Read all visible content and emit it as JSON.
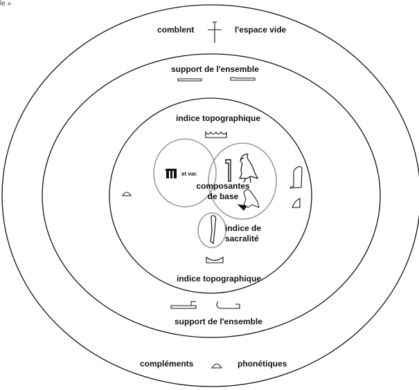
{
  "corner_text": "le »",
  "labels": {
    "comblent": "comblent",
    "espace_vide": "l'espace vide",
    "support_top": "support de l'ensemble",
    "indice_topo_top": "indice topographique",
    "et_var": "et var.",
    "composantes_1": "composantes",
    "composantes_2": "de base",
    "sacralite_1": "indice de",
    "sacralite_2": "sacralité",
    "indice_topo_bottom": "indice topographique",
    "support_bottom": "support de l'ensemble",
    "complements": "compléments",
    "phonetiques": "phonétiques"
  },
  "colors": {
    "ring_stroke": "#111111",
    "overlap_circle_stroke": "#999999",
    "glyph": "#111111"
  },
  "icons": [
    "cross-sign-icon",
    "flat-slab-icon",
    "seated-block-icon",
    "canal-sign-icon",
    "column-pair-icon",
    "flag-pole-icon",
    "falcon-icon",
    "small-falcon-icon",
    "standing-slab-icon",
    "bread-loaf-icon",
    "semicircle-icon",
    "staff-icon",
    "lower-canal-icon",
    "angled-block-icon",
    "support-hook-icon"
  ]
}
